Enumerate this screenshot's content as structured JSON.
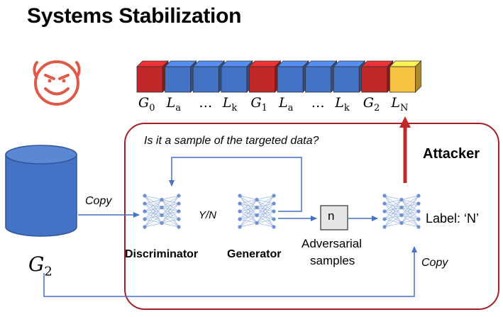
{
  "title": "Systems Stabilization",
  "sequence": {
    "labels": [
      {
        "base": "G",
        "sub": "0"
      },
      {
        "base": "L",
        "sub": "a"
      },
      {
        "base": "…",
        "sub": ""
      },
      {
        "base": "L",
        "sub": "k"
      },
      {
        "base": "G",
        "sub": "1"
      },
      {
        "base": "L",
        "sub": "a"
      },
      {
        "base": "…",
        "sub": ""
      },
      {
        "base": "L",
        "sub": "k"
      },
      {
        "base": "G",
        "sub": "2"
      },
      {
        "base": "L",
        "sub": "N"
      }
    ],
    "colors": [
      "#c0282a",
      "#4472c4",
      "#4472c4",
      "#4472c4",
      "#c0282a",
      "#4472c4",
      "#4472c4",
      "#4472c4",
      "#c0282a",
      "#f5c242"
    ]
  },
  "database": {
    "label_base": "G",
    "label_sub": "2",
    "color": "#4472c4"
  },
  "attacker_label": "Attacker",
  "question": "Is it a sample of the targeted data?",
  "copy_top": "Copy",
  "copy_bottom": "Copy",
  "yn": "Y/N",
  "discriminator": "Discriminator",
  "generator": "Generator",
  "noise": "n",
  "adversarial_line1": "Adversarial",
  "adversarial_line2": "samples",
  "label_output": "Label: ‘N’",
  "colors": {
    "red": "#c0282a",
    "blue": "#4472c4",
    "yellow": "#f5c242",
    "devil": "#e05a4a"
  },
  "icons": [
    "devil-face-icon",
    "database-cylinder-icon",
    "neural-network-icon"
  ]
}
